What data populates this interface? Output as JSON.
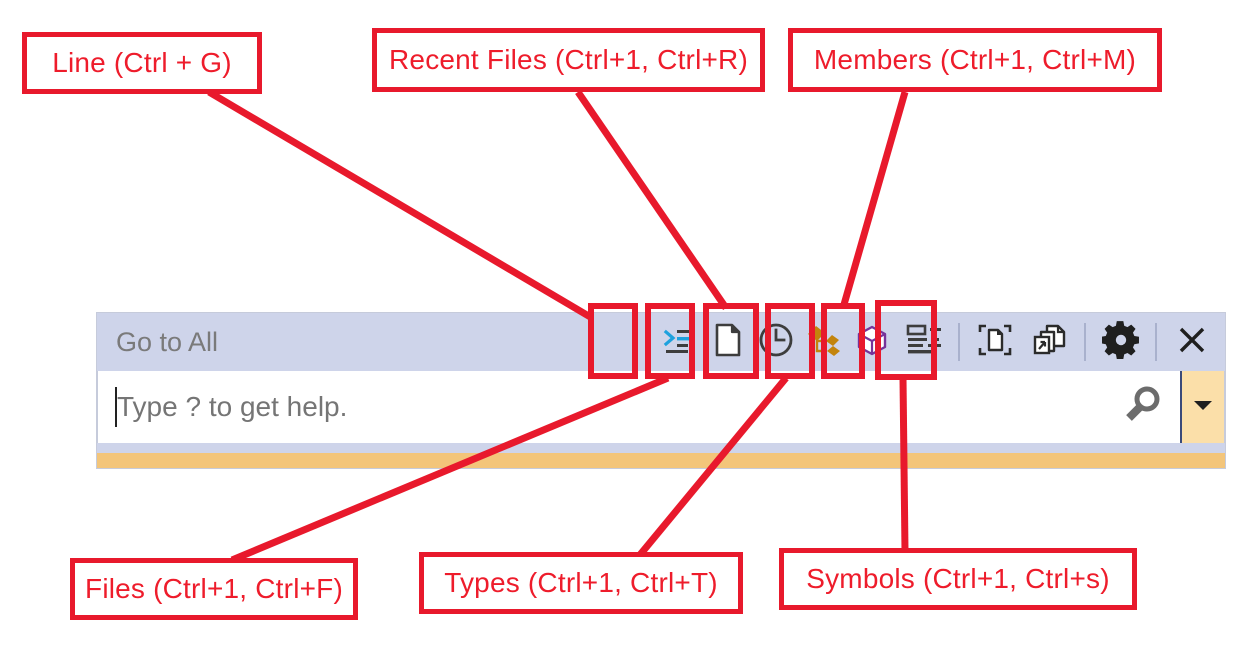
{
  "widget": {
    "title": "Go to All",
    "search": {
      "value": "",
      "placeholder": "Type ? to get help."
    },
    "toolbar_buttons": [
      {
        "id": "line",
        "name": "go-to-line-icon",
        "tooltip": "Line (Ctrl + G)"
      },
      {
        "id": "files",
        "name": "go-to-files-icon",
        "tooltip": "Files (Ctrl+1, Ctrl+F)"
      },
      {
        "id": "recent-files",
        "name": "recent-files-icon",
        "tooltip": "Recent Files (Ctrl+1, Ctrl+R)"
      },
      {
        "id": "types",
        "name": "go-to-types-icon",
        "tooltip": "Types (Ctrl+1, Ctrl+T)"
      },
      {
        "id": "members",
        "name": "go-to-members-icon",
        "tooltip": "Members (Ctrl+1, Ctrl+M)"
      },
      {
        "id": "symbols",
        "name": "go-to-symbols-icon",
        "tooltip": "Symbols (Ctrl+1, Ctrl+s)"
      }
    ],
    "window_buttons": [
      {
        "id": "preview",
        "name": "preview-selected-item-icon"
      },
      {
        "id": "external",
        "name": "open-in-external-window-icon"
      },
      {
        "id": "settings",
        "name": "gear-icon"
      },
      {
        "id": "close",
        "name": "close-icon",
        "glyph": "✕"
      }
    ],
    "search_icon": "search-icon",
    "dropdown_glyph": "▼"
  },
  "annotations": [
    {
      "id": "line",
      "label": "Line (Ctrl + G)"
    },
    {
      "id": "recent_files",
      "label": "Recent Files (Ctrl+1, Ctrl+R)"
    },
    {
      "id": "members",
      "label": "Members (Ctrl+1, Ctrl+M)"
    },
    {
      "id": "files",
      "label": "Files (Ctrl+1, Ctrl+F)"
    },
    {
      "id": "types",
      "label": "Types (Ctrl+1, Ctrl+T)"
    },
    {
      "id": "symbols",
      "label": "Symbols (Ctrl+1, Ctrl+s)"
    }
  ],
  "colors": {
    "annotation_red": "#e8192c",
    "annotation_text": "#ee1c2b",
    "titlebar": "#ced4ea",
    "accent_bar": "#f3c57a",
    "dropdown_bg": "#fbdfa9",
    "types_icon": "#c3840c",
    "members_icon": "#773399",
    "line_icon_accent": "#1da1de"
  }
}
